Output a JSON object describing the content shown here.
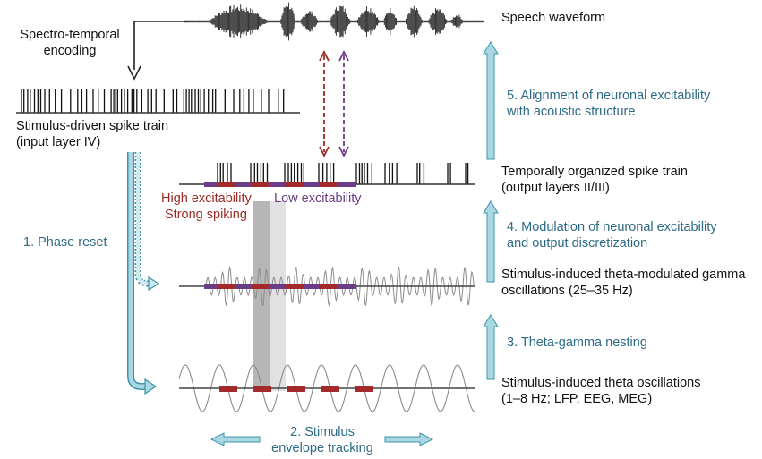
{
  "labels": {
    "speech_waveform": "Speech waveform",
    "spectro_temporal_1": "Spectro-temporal",
    "spectro_temporal_2": "encoding",
    "input_train_1": "Stimulus-driven spike train",
    "input_train_2": "(input layer IV)",
    "output_train_1": "Temporally organized spike train",
    "output_train_2": "(output layers II/III)",
    "gamma_1": "Stimulus-induced theta-modulated gamma",
    "gamma_2": "oscillations (25–35 Hz)",
    "theta_1": "Stimulus-induced theta oscillations",
    "theta_2": "(1–8 Hz; LFP, EEG, MEG)",
    "high_excitability": "High excitability",
    "strong_spiking": "Strong spiking",
    "low_excitability": "Low excitability"
  },
  "steps": {
    "phase_reset": "1. Phase reset",
    "envelope_1": "2. Stimulus",
    "envelope_2": "envelope tracking",
    "nesting": "3. Theta-gamma nesting",
    "modulation_1": "4. Modulation of neuronal excitability",
    "modulation_2": "and output discretization",
    "alignment_1": "5. Alignment of neuronal excitability",
    "alignment_2": "with acoustic structure"
  },
  "colors": {
    "teal_arrow": "#a9d8e2",
    "teal_edge": "#3f93aa",
    "step_text": "#2d6a86",
    "high_red": "#a3292a",
    "low_purple": "#6a3d86",
    "waveform": "#222222"
  },
  "icons": [
    "down-arrow-icon",
    "double-arrow-icon",
    "up-arrow-icon",
    "left-right-arrow-icon"
  ]
}
